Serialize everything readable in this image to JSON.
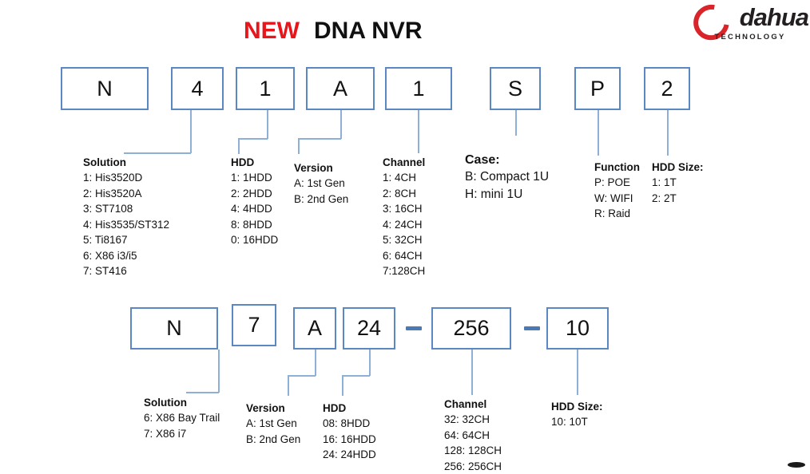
{
  "title": {
    "new": "NEW",
    "rest": "DNA NVR"
  },
  "logo": {
    "wordmark": "dahua",
    "tagline": "TECHNOLOGY",
    "accent_color": "#d9252a"
  },
  "theme": {
    "box_border": "#5b87c2",
    "connector": "#8fb0d6",
    "dash": "#4a79b4",
    "title_accent": "#e8151a",
    "text": "#111111"
  },
  "row1": {
    "boxes": [
      {
        "char": "N"
      },
      {
        "char": "4"
      },
      {
        "char": "1"
      },
      {
        "char": "A"
      },
      {
        "char": "1"
      },
      {
        "char": "S"
      },
      {
        "char": "P"
      },
      {
        "char": "2"
      }
    ],
    "labels": [
      {
        "heading": "Solution",
        "items": [
          "1: His3520D",
          "2: His3520A",
          "3: ST7108",
          "4: His3535/ST312",
          "5: Ti8167",
          "6: X86 i3/i5",
          "7: ST416"
        ]
      },
      {
        "heading": "HDD",
        "items": [
          "1: 1HDD",
          "2: 2HDD",
          "4: 4HDD",
          "8: 8HDD",
          "0: 16HDD"
        ]
      },
      {
        "heading": "Version",
        "items": [
          "A: 1st Gen",
          "B: 2nd Gen"
        ]
      },
      {
        "heading": "Channel",
        "items": [
          "1: 4CH",
          "2: 8CH",
          "3: 16CH",
          "4: 24CH",
          "5: 32CH",
          "6: 64CH",
          "7:128CH"
        ]
      },
      {
        "heading": "Case:",
        "items": [
          "B: Compact 1U",
          "H: mini 1U"
        ]
      },
      {
        "heading": "Function",
        "items": [
          "P: POE",
          "W: WIFI",
          "R: Raid"
        ]
      },
      {
        "heading": "HDD Size:",
        "items": [
          "1: 1T",
          "2: 2T"
        ]
      }
    ]
  },
  "row2": {
    "boxes": [
      {
        "char": "N"
      },
      {
        "char": "7"
      },
      {
        "char": "A"
      },
      {
        "char": "24"
      },
      {
        "char": "256"
      },
      {
        "char": "10"
      }
    ],
    "separators": [
      "-",
      "-"
    ],
    "labels": [
      {
        "heading": "Solution",
        "items": [
          "6: X86 Bay Trail",
          "7: X86 i7"
        ]
      },
      {
        "heading": "Version",
        "items": [
          "A: 1st Gen",
          "B: 2nd Gen"
        ]
      },
      {
        "heading": "HDD",
        "items": [
          "08: 8HDD",
          "16: 16HDD",
          "24: 24HDD"
        ]
      },
      {
        "heading": "Channel",
        "items": [
          "32: 32CH",
          "64: 64CH",
          "128: 128CH",
          "256: 256CH"
        ]
      },
      {
        "heading": "HDD Size:",
        "items": [
          "10: 10T"
        ]
      }
    ]
  }
}
